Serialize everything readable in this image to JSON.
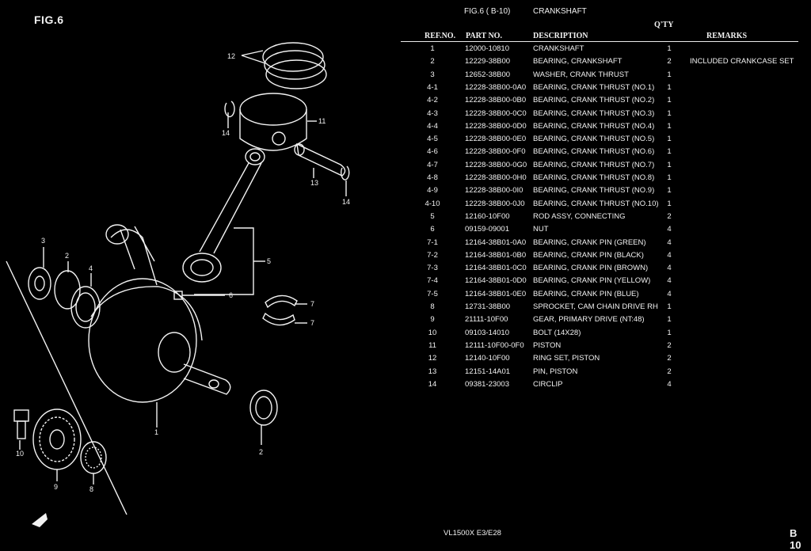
{
  "figure": {
    "label": "FIG.6",
    "reference": "FIG.6  ( B-10)",
    "title": "CRANKSHAFT"
  },
  "table": {
    "qty_header": "Q'TY",
    "columns": {
      "ref": "REF.NO.",
      "part": "PART NO.",
      "desc": "DESCRIPTION",
      "remarks": "REMARKS"
    },
    "rows": [
      {
        "ref": "1",
        "part": "12000-10810",
        "desc": "CRANKSHAFT",
        "qty": "1",
        "remarks": ""
      },
      {
        "ref": "2",
        "part": "12229-38B00",
        "desc": "BEARING, CRANKSHAFT",
        "qty": "2",
        "remarks": "INCLUDED  CRANKCASE SET"
      },
      {
        "ref": "3",
        "part": "12652-38B00",
        "desc": "WASHER, CRANK THRUST",
        "qty": "1",
        "remarks": ""
      },
      {
        "ref": "4-1",
        "part": "12228-38B00-0A0",
        "desc": "BEARING, CRANK THRUST (NO.1)",
        "qty": "1",
        "remarks": ""
      },
      {
        "ref": "4-2",
        "part": "12228-38B00-0B0",
        "desc": "BEARING, CRANK THRUST (NO.2)",
        "qty": "1",
        "remarks": ""
      },
      {
        "ref": "4-3",
        "part": "12228-38B00-0C0",
        "desc": "BEARING, CRANK THRUST (NO.3)",
        "qty": "1",
        "remarks": ""
      },
      {
        "ref": "4-4",
        "part": "12228-38B00-0D0",
        "desc": "BEARING, CRANK THRUST (NO.4)",
        "qty": "1",
        "remarks": ""
      },
      {
        "ref": "4-5",
        "part": "12228-38B00-0E0",
        "desc": "BEARING, CRANK THRUST (NO.5)",
        "qty": "1",
        "remarks": ""
      },
      {
        "ref": "4-6",
        "part": "12228-38B00-0F0",
        "desc": "BEARING, CRANK THRUST (NO.6)",
        "qty": "1",
        "remarks": ""
      },
      {
        "ref": "4-7",
        "part": "12228-38B00-0G0",
        "desc": "BEARING, CRANK THRUST (NO.7)",
        "qty": "1",
        "remarks": ""
      },
      {
        "ref": "4-8",
        "part": "12228-38B00-0H0",
        "desc": "BEARING, CRANK THRUST (NO.8)",
        "qty": "1",
        "remarks": ""
      },
      {
        "ref": "4-9",
        "part": "12228-38B00-0I0",
        "desc": "BEARING, CRANK THRUST (NO.9)",
        "qty": "1",
        "remarks": ""
      },
      {
        "ref": "4-10",
        "part": "12228-38B00-0J0",
        "desc": "BEARING, CRANK THRUST (NO.10)",
        "qty": "1",
        "remarks": ""
      },
      {
        "ref": "5",
        "part": "12160-10F00",
        "desc": "ROD ASSY, CONNECTING",
        "qty": "2",
        "remarks": ""
      },
      {
        "ref": "6",
        "part": "09159-09001",
        "desc": "NUT",
        "qty": "4",
        "remarks": ""
      },
      {
        "ref": "7-1",
        "part": "12164-38B01-0A0",
        "desc": "BEARING, CRANK PIN (GREEN)",
        "qty": "4",
        "remarks": ""
      },
      {
        "ref": "7-2",
        "part": "12164-38B01-0B0",
        "desc": "BEARING, CRANK PIN (BLACK)",
        "qty": "4",
        "remarks": ""
      },
      {
        "ref": "7-3",
        "part": "12164-38B01-0C0",
        "desc": "BEARING, CRANK PIN (BROWN)",
        "qty": "4",
        "remarks": ""
      },
      {
        "ref": "7-4",
        "part": "12164-38B01-0D0",
        "desc": "BEARING, CRANK PIN (YELLOW)",
        "qty": "4",
        "remarks": ""
      },
      {
        "ref": "7-5",
        "part": "12164-38B01-0E0",
        "desc": "BEARING, CRANK PIN (BLUE)",
        "qty": "4",
        "remarks": ""
      },
      {
        "ref": "8",
        "part": "12731-38B00",
        "desc": "SPROCKET, CAM CHAIN DRIVE RH",
        "qty": "1",
        "remarks": ""
      },
      {
        "ref": "9",
        "part": "21111-10F00",
        "desc": "GEAR, PRIMARY DRIVE (NT:48)",
        "qty": "1",
        "remarks": ""
      },
      {
        "ref": "10",
        "part": "09103-14010",
        "desc": "BOLT (14X28)",
        "qty": "1",
        "remarks": ""
      },
      {
        "ref": "11",
        "part": "12111-10F00-0F0",
        "desc": "PISTON",
        "qty": "2",
        "remarks": ""
      },
      {
        "ref": "12",
        "part": "12140-10F00",
        "desc": "RING SET, PISTON",
        "qty": "2",
        "remarks": ""
      },
      {
        "ref": "13",
        "part": "12151-14A01",
        "desc": "PIN, PISTON",
        "qty": "2",
        "remarks": ""
      },
      {
        "ref": "14",
        "part": "09381-23003",
        "desc": "CIRCLIP",
        "qty": "4",
        "remarks": ""
      }
    ]
  },
  "diagram": {
    "callouts": [
      "1",
      "2",
      "3",
      "4",
      "5",
      "6",
      "7",
      "7",
      "8",
      "9",
      "10",
      "11",
      "12",
      "13",
      "14",
      "14",
      "2"
    ],
    "front_marker_icon": "fwd-arrow-icon"
  },
  "footer": {
    "model": "VL1500X  E3/E28",
    "page": "B 10"
  }
}
